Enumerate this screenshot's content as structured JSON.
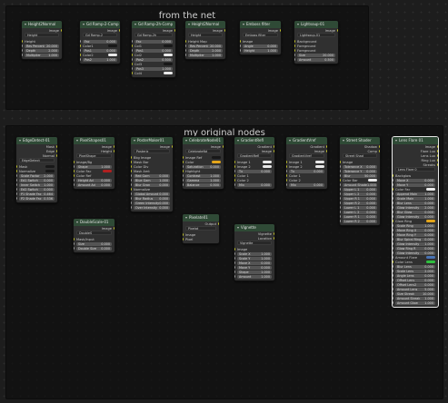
{
  "frames": [
    {
      "title": "from the net"
    },
    {
      "title": "my original nodes"
    }
  ],
  "nodes_top": [
    {
      "title": "Height2Normal",
      "outputs": [
        "Image"
      ],
      "dropdown": "Height",
      "fields": [
        {
          "label": "Height",
          "value": ""
        },
        {
          "label": "Res Percent",
          "value": "20.000"
        },
        {
          "label": "Depth",
          "value": "2.000"
        },
        {
          "label": "Multiplier",
          "value": "1.000"
        }
      ]
    },
    {
      "title": "Gd Ramp-2-Comp",
      "outputs": [
        "Image"
      ],
      "dropdown": "Gd Ramp-2",
      "fields": [
        {
          "label": "Fac",
          "value": "0.000"
        },
        {
          "label": "Color1",
          "value": "dark"
        },
        {
          "label": "Pos1",
          "value": "0.000"
        },
        {
          "label": "Color2",
          "value": "white"
        },
        {
          "label": "Pos2",
          "value": "1.000"
        }
      ]
    },
    {
      "title": "Gd Ramp-2h-Comp",
      "outputs": [
        "Image"
      ],
      "dropdown": "Gd Ramp-2h",
      "fields": [
        {
          "label": "Fac",
          "value": "0.000"
        },
        {
          "label": "Col1",
          "value": "dark"
        },
        {
          "label": "Pos1",
          "value": "0.000"
        },
        {
          "label": "Col2",
          "value": "white"
        },
        {
          "label": "Pos2",
          "value": "0.500"
        },
        {
          "label": "Col3",
          "value": "dark"
        },
        {
          "label": "Pos3",
          "value": "1.000"
        },
        {
          "label": "Col4",
          "value": "white"
        }
      ]
    },
    {
      "title": "Height2Normal",
      "outputs": [
        "Image"
      ],
      "dropdown": "Height",
      "fields": [
        {
          "label": "Height Map",
          "value": ""
        },
        {
          "label": "Res Percent",
          "value": "20.000"
        },
        {
          "label": "Depth",
          "value": "2.000"
        },
        {
          "label": "Multiplier",
          "value": "1.000"
        }
      ]
    },
    {
      "title": "Emboss filter",
      "outputs": [
        "Image"
      ],
      "dropdown": "Emboss filter",
      "fields": [
        {
          "label": "Image",
          "value": ""
        },
        {
          "label": "Angle",
          "value": "0.000"
        },
        {
          "label": "Height",
          "value": "1.000"
        }
      ]
    },
    {
      "title": "Lightsoup-01",
      "outputs": [
        "Image"
      ],
      "dropdown": "Lightsoup-01",
      "fields": [
        {
          "label": "Background",
          "value": ""
        },
        {
          "label": "Foreground",
          "value": ""
        },
        {
          "label": "Foreground",
          "value": ""
        },
        {
          "label": "Size",
          "value": "20.000"
        },
        {
          "label": "Amount",
          "value": "0.500"
        }
      ]
    }
  ],
  "nodes_bottom": [
    {
      "title": "EdgeDetect-01",
      "outputs": [
        "Mask",
        "Edge",
        "Normal"
      ],
      "dropdown": "EdgeDetect",
      "fields": [
        {
          "label": "Mask",
          "value": "dark"
        },
        {
          "label": "Normalize",
          "value": "dark"
        },
        {
          "label": "Scale Factor",
          "value": "2.000"
        },
        {
          "label": "Ed1 Switch",
          "value": "0.000"
        },
        {
          "label": "Inner Switch",
          "value": "1.000"
        },
        {
          "label": "Ed2 Switch",
          "value": "0.000"
        },
        {
          "label": "P1 Shade Fac",
          "value": "0.464"
        },
        {
          "label": "P2 Shade Fac",
          "value": "0.536"
        }
      ]
    },
    {
      "title": "PixelShapes01",
      "outputs": [
        "Image",
        "Height"
      ],
      "dropdown": "PixelShape",
      "fields": [
        {
          "label": "Image/Bg",
          "value": ""
        },
        {
          "label": "Shape",
          "value": "1.000"
        },
        {
          "label": "Color Fac",
          "value": "red"
        },
        {
          "label": "Color Ref",
          "value": ""
        },
        {
          "label": "Height Ad",
          "value": "0.000"
        },
        {
          "label": "Amount Ad",
          "value": "0.000"
        }
      ]
    },
    {
      "title": "DoubleScale-01",
      "outputs": [
        "Image"
      ],
      "dropdown": "DoubleS",
      "fields": [
        {
          "label": "Mask/Input",
          "value": ""
        },
        {
          "label": "Size",
          "value": "0.000"
        },
        {
          "label": "Double Size",
          "value": "0.000"
        }
      ]
    },
    {
      "title": "PosterMaker01",
      "outputs": [
        "Image"
      ],
      "dropdown": "Posteriz",
      "fields": [
        {
          "label": "Bkg Image",
          "value": ""
        },
        {
          "label": "Mask Bar",
          "value": ""
        },
        {
          "label": "Color Div",
          "value": ""
        },
        {
          "label": "Mask Amt",
          "value": ""
        },
        {
          "label": "Red Gam",
          "value": "0.000"
        },
        {
          "label": "Blue Gam",
          "value": "1.000"
        },
        {
          "label": "Blur Gran",
          "value": "0.000"
        },
        {
          "label": "Normalize",
          "value": ""
        },
        {
          "label": "Global Amount",
          "value": "0.000"
        },
        {
          "label": "Blur Radius",
          "value": "0.000"
        },
        {
          "label": "Green Intensity",
          "value": "0.000"
        },
        {
          "label": "Over Intensity",
          "value": "0.000"
        }
      ]
    },
    {
      "title": "CelebrateNode01",
      "outputs": [
        "Image"
      ],
      "dropdown": "CelebrateNd",
      "fields": [
        {
          "label": "Image Ref",
          "value": "dark"
        },
        {
          "label": "Color",
          "value": "yellow"
        },
        {
          "label": "Saturation",
          "value": "0.000"
        },
        {
          "label": "Highlight",
          "value": ""
        },
        {
          "label": "Contrast",
          "value": "1.000"
        },
        {
          "label": "Gamma",
          "value": "1.000"
        },
        {
          "label": "Balance",
          "value": "0.500"
        }
      ]
    },
    {
      "title": "Pixelate01",
      "outputs": [
        "Output"
      ],
      "dropdown": "Pixelat",
      "fields": [
        {
          "label": "Image",
          "value": ""
        },
        {
          "label": "Pixel",
          "value": ""
        }
      ]
    },
    {
      "title": "GradientRefl",
      "outputs": [
        "Gradient",
        "Image"
      ],
      "dropdown": "GradientRefl",
      "fields": [
        {
          "label": "Image 1",
          "value": "white"
        },
        {
          "label": "Image 2",
          "value": "white"
        },
        {
          "label": "Tx",
          "value": "0.000"
        },
        {
          "label": "Color 1",
          "value": ""
        },
        {
          "label": "Color 2",
          "value": ""
        },
        {
          "label": "Mix",
          "value": "0.000"
        }
      ]
    },
    {
      "title": "Vignette",
      "outputs": [
        "Vignette",
        "Location"
      ],
      "dropdown": "Vignette",
      "fields": [
        {
          "label": "Image",
          "value": ""
        },
        {
          "label": "Scale X",
          "value": "1.000"
        },
        {
          "label": "Scale Y",
          "value": "1.000"
        },
        {
          "label": "Move X",
          "value": "0.000"
        },
        {
          "label": "Move Y",
          "value": "0.000"
        },
        {
          "label": "Shape",
          "value": "1.000"
        },
        {
          "label": "Amount",
          "value": "1.000"
        }
      ]
    },
    {
      "title": "GradientVref",
      "outputs": [
        "Gradient",
        "Image"
      ],
      "dropdown": "GradientVref",
      "fields": [
        {
          "label": "Image 1",
          "value": "white"
        },
        {
          "label": "Image 2",
          "value": "white"
        },
        {
          "label": "Tx",
          "value": "0.000"
        },
        {
          "label": "Color 1",
          "value": ""
        },
        {
          "label": "Color 2",
          "value": ""
        },
        {
          "label": "Mix",
          "value": "0.000"
        }
      ]
    },
    {
      "title": "Street Shader",
      "outputs": [
        "Shadow",
        "Comp"
      ],
      "dropdown": "Street Shad",
      "fields": [
        {
          "label": "Image",
          "value": ""
        },
        {
          "label": "Tolerance X",
          "value": "0.000"
        },
        {
          "label": "Tolerance Y",
          "value": "0.000"
        },
        {
          "label": "Blur",
          "value": "50.000"
        },
        {
          "label": "Color Bar",
          "value": "white"
        },
        {
          "label": "Amount Shade",
          "value": "1.000"
        },
        {
          "label": "Upper L 1",
          "value": "0.000"
        },
        {
          "label": "Upper L 2",
          "value": "0.000"
        },
        {
          "label": "Upper R 1",
          "value": "0.000"
        },
        {
          "label": "Upper R 2",
          "value": "0.000"
        },
        {
          "label": "Lower L 1",
          "value": "0.000"
        },
        {
          "label": "Lower L 2",
          "value": "0.000"
        },
        {
          "label": "Lower R 1",
          "value": "0.000"
        },
        {
          "label": "Lower R 2",
          "value": "0.000"
        }
      ]
    },
    {
      "title": "Lens Flare 01",
      "outputs": [
        "Image",
        "Flare Lux",
        "Lens Lux",
        "Ring Lux",
        "Streaks"
      ],
      "dropdown": "Lens Flare 0",
      "fields": [
        {
          "label": "Backglow",
          "value": ""
        },
        {
          "label": "Move X",
          "value": "0.000"
        },
        {
          "label": "Move Y",
          "value": "0.000"
        },
        {
          "label": "Color Fac",
          "value": "white"
        },
        {
          "label": "Append Main",
          "value": "1.000"
        },
        {
          "label": "Scale Main",
          "value": "1.000"
        },
        {
          "label": "Blur Lens",
          "value": "0.000"
        },
        {
          "label": "Glow Intensity",
          "value": "2.000"
        },
        {
          "label": "Blur Glow",
          "value": "0.000"
        },
        {
          "label": "Glow Intensity",
          "value": "0.000"
        },
        {
          "label": "Glow Ring",
          "value": "orange"
        },
        {
          "label": "Scale Ring",
          "value": "1.000"
        },
        {
          "label": "Move Ring X",
          "value": "0.000"
        },
        {
          "label": "Move Ring Y",
          "value": "0.000"
        },
        {
          "label": "Blur Spiral Ring",
          "value": "0.000"
        },
        {
          "label": "Glow Intensity",
          "value": "1.000"
        },
        {
          "label": "Glow Ring R",
          "value": "0.000"
        },
        {
          "label": "Glow Intensity",
          "value": "0.000"
        },
        {
          "label": "Amount Flare",
          "value": "blue"
        },
        {
          "label": "Color Lens",
          "value": "green"
        },
        {
          "label": "Blur Lens",
          "value": "0.000"
        },
        {
          "label": "Scale Lens",
          "value": "2.000"
        },
        {
          "label": "Angle Lens",
          "value": "0.000"
        },
        {
          "label": "Offset Lens",
          "value": "0.000"
        },
        {
          "label": "Offset Lens2",
          "value": "0.000"
        },
        {
          "label": "Amount Lens",
          "value": "5.000"
        },
        {
          "label": "Size Streak",
          "value": "10.000"
        },
        {
          "label": "Amount Streak",
          "value": "1.000"
        },
        {
          "label": "Amount Glow",
          "value": "1.000"
        }
      ]
    }
  ]
}
